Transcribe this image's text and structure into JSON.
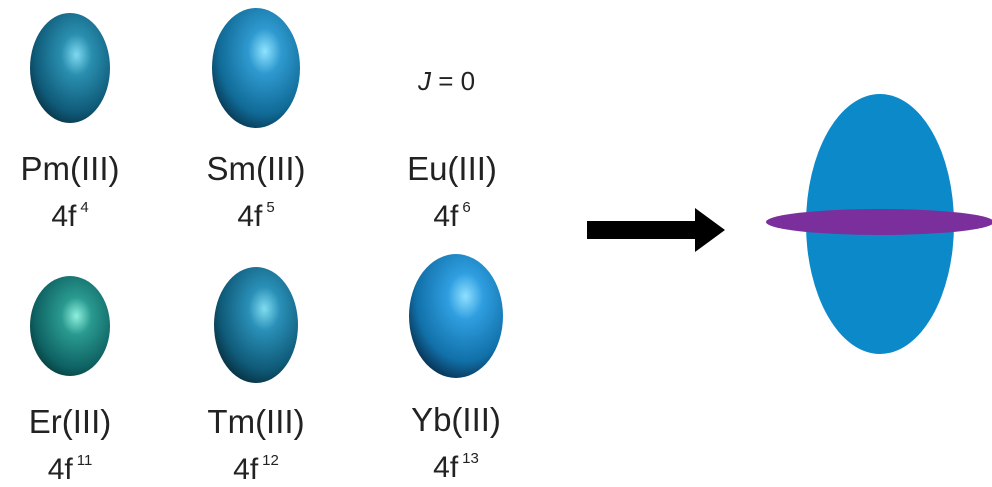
{
  "ions": [
    {
      "name": "Pm(III)",
      "config_base": "4f",
      "config_count": "4",
      "color": "#0f5a78",
      "highlight": "#7fd9f0"
    },
    {
      "name": "Sm(III)",
      "config_base": "4f",
      "config_count": "5",
      "color": "#106a96",
      "highlight": "#8fe3ff"
    },
    {
      "name": "Eu(III)",
      "config_base": "4f",
      "config_count": "6",
      "color": "",
      "highlight": ""
    },
    {
      "name": "Er(III)",
      "config_base": "4f",
      "config_count": "11",
      "color": "#0e6162",
      "highlight": "#8ff0dd"
    },
    {
      "name": "Tm(III)",
      "config_base": "4f",
      "config_count": "12",
      "color": "#0f5a78",
      "highlight": "#80dcf0"
    },
    {
      "name": "Yb(III)",
      "config_base": "4f",
      "config_count": "13",
      "color": "#1170a8",
      "highlight": "#8fe0ff"
    }
  ],
  "eu_label": {
    "variable": "J",
    "value": " = 0"
  },
  "ellipsoid": {
    "body_color": "#0c89c9",
    "disc_color": "#7b2f9c"
  },
  "arrow": {
    "color": "#000000"
  }
}
